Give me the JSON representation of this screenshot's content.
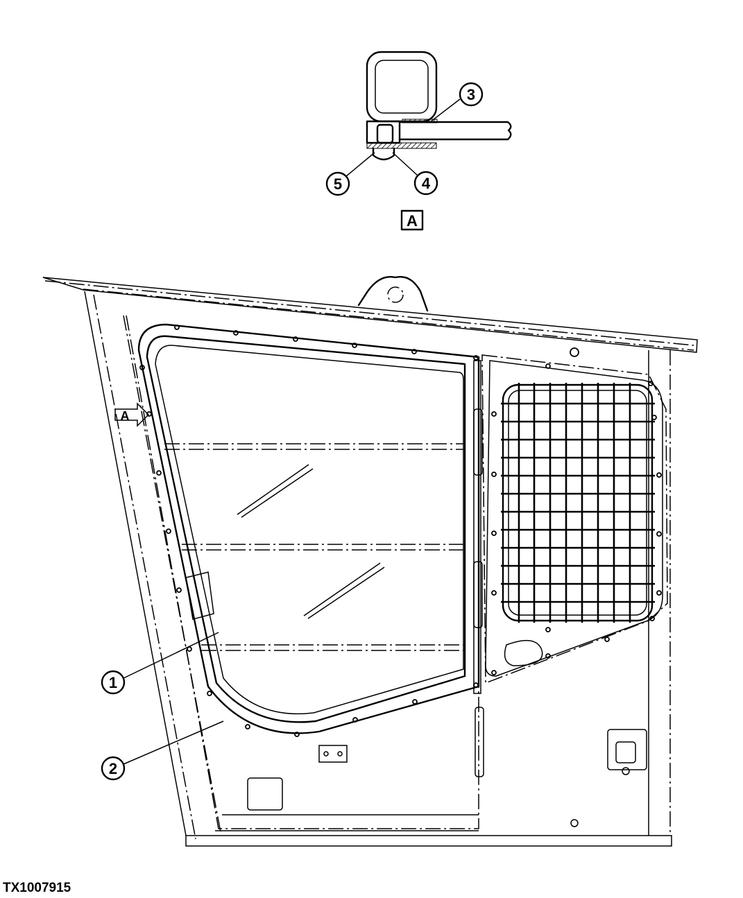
{
  "callouts": {
    "c1": "1",
    "c2": "2",
    "c3": "3",
    "c4": "4",
    "c5": "5"
  },
  "view_label": "A",
  "view_arrow_label": "A",
  "figure_code": "TX1007915"
}
